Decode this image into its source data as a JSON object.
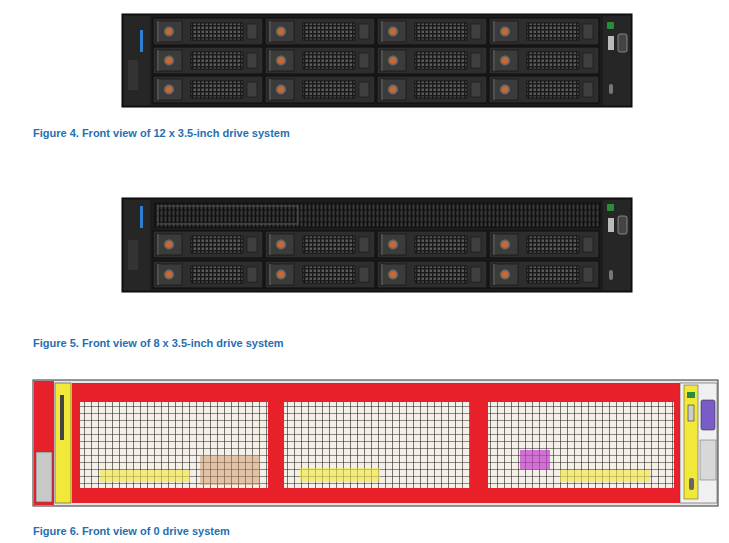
{
  "diagram": {
    "labels": [
      "Figure 4. Front view of 12 x 3.5-inch drive system",
      "Figure 5. Front view of 8 x 3.5-inch drive system",
      "Figure 6. Front view of 0 drive system"
    ]
  }
}
